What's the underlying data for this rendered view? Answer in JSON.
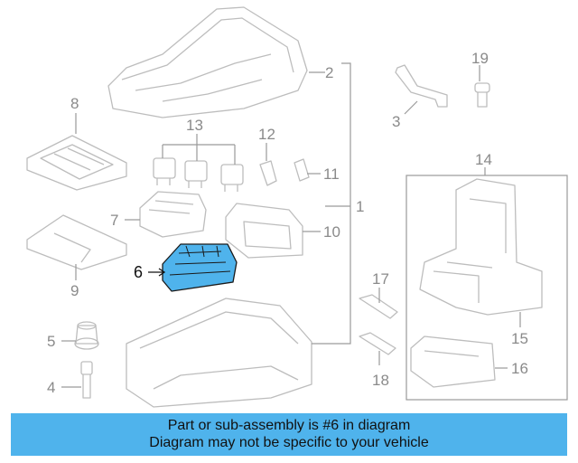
{
  "colors": {
    "highlight": "#4fb3ec",
    "outline": "#bdbdbd",
    "callout": "#8a8a8a"
  },
  "callouts": {
    "c1": "1",
    "c2": "2",
    "c3": "3",
    "c4": "4",
    "c5": "5",
    "c6": "6",
    "c7": "7",
    "c8": "8",
    "c9": "9",
    "c10": "10",
    "c11": "11",
    "c12": "12",
    "c13": "13",
    "c14": "14",
    "c15": "15",
    "c16": "16",
    "c17": "17",
    "c18": "18",
    "c19": "19"
  },
  "highlighted_part": "6",
  "footer": {
    "line1": "Part or sub-assembly is #6 in diagram",
    "line2": "Diagram may not be specific to your vehicle"
  }
}
